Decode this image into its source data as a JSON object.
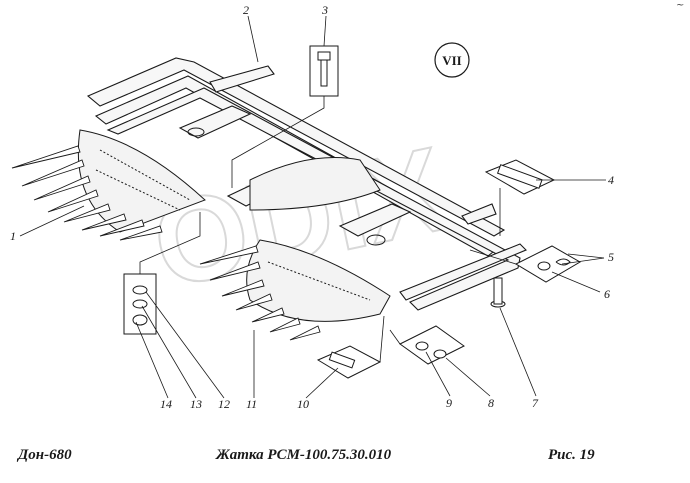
{
  "diagram": {
    "view_label": "VII",
    "part_numbers": [
      "1",
      "2",
      "3",
      "4",
      "5",
      "6",
      "7",
      "8",
      "9",
      "10",
      "11",
      "12",
      "13",
      "14"
    ],
    "watermark": "ODIX",
    "corner_mark": "~"
  },
  "footer": {
    "model": "Дон-680",
    "assembly": "Жатка  РСМ-100.75.30.010",
    "figure": "Рис.   19"
  }
}
